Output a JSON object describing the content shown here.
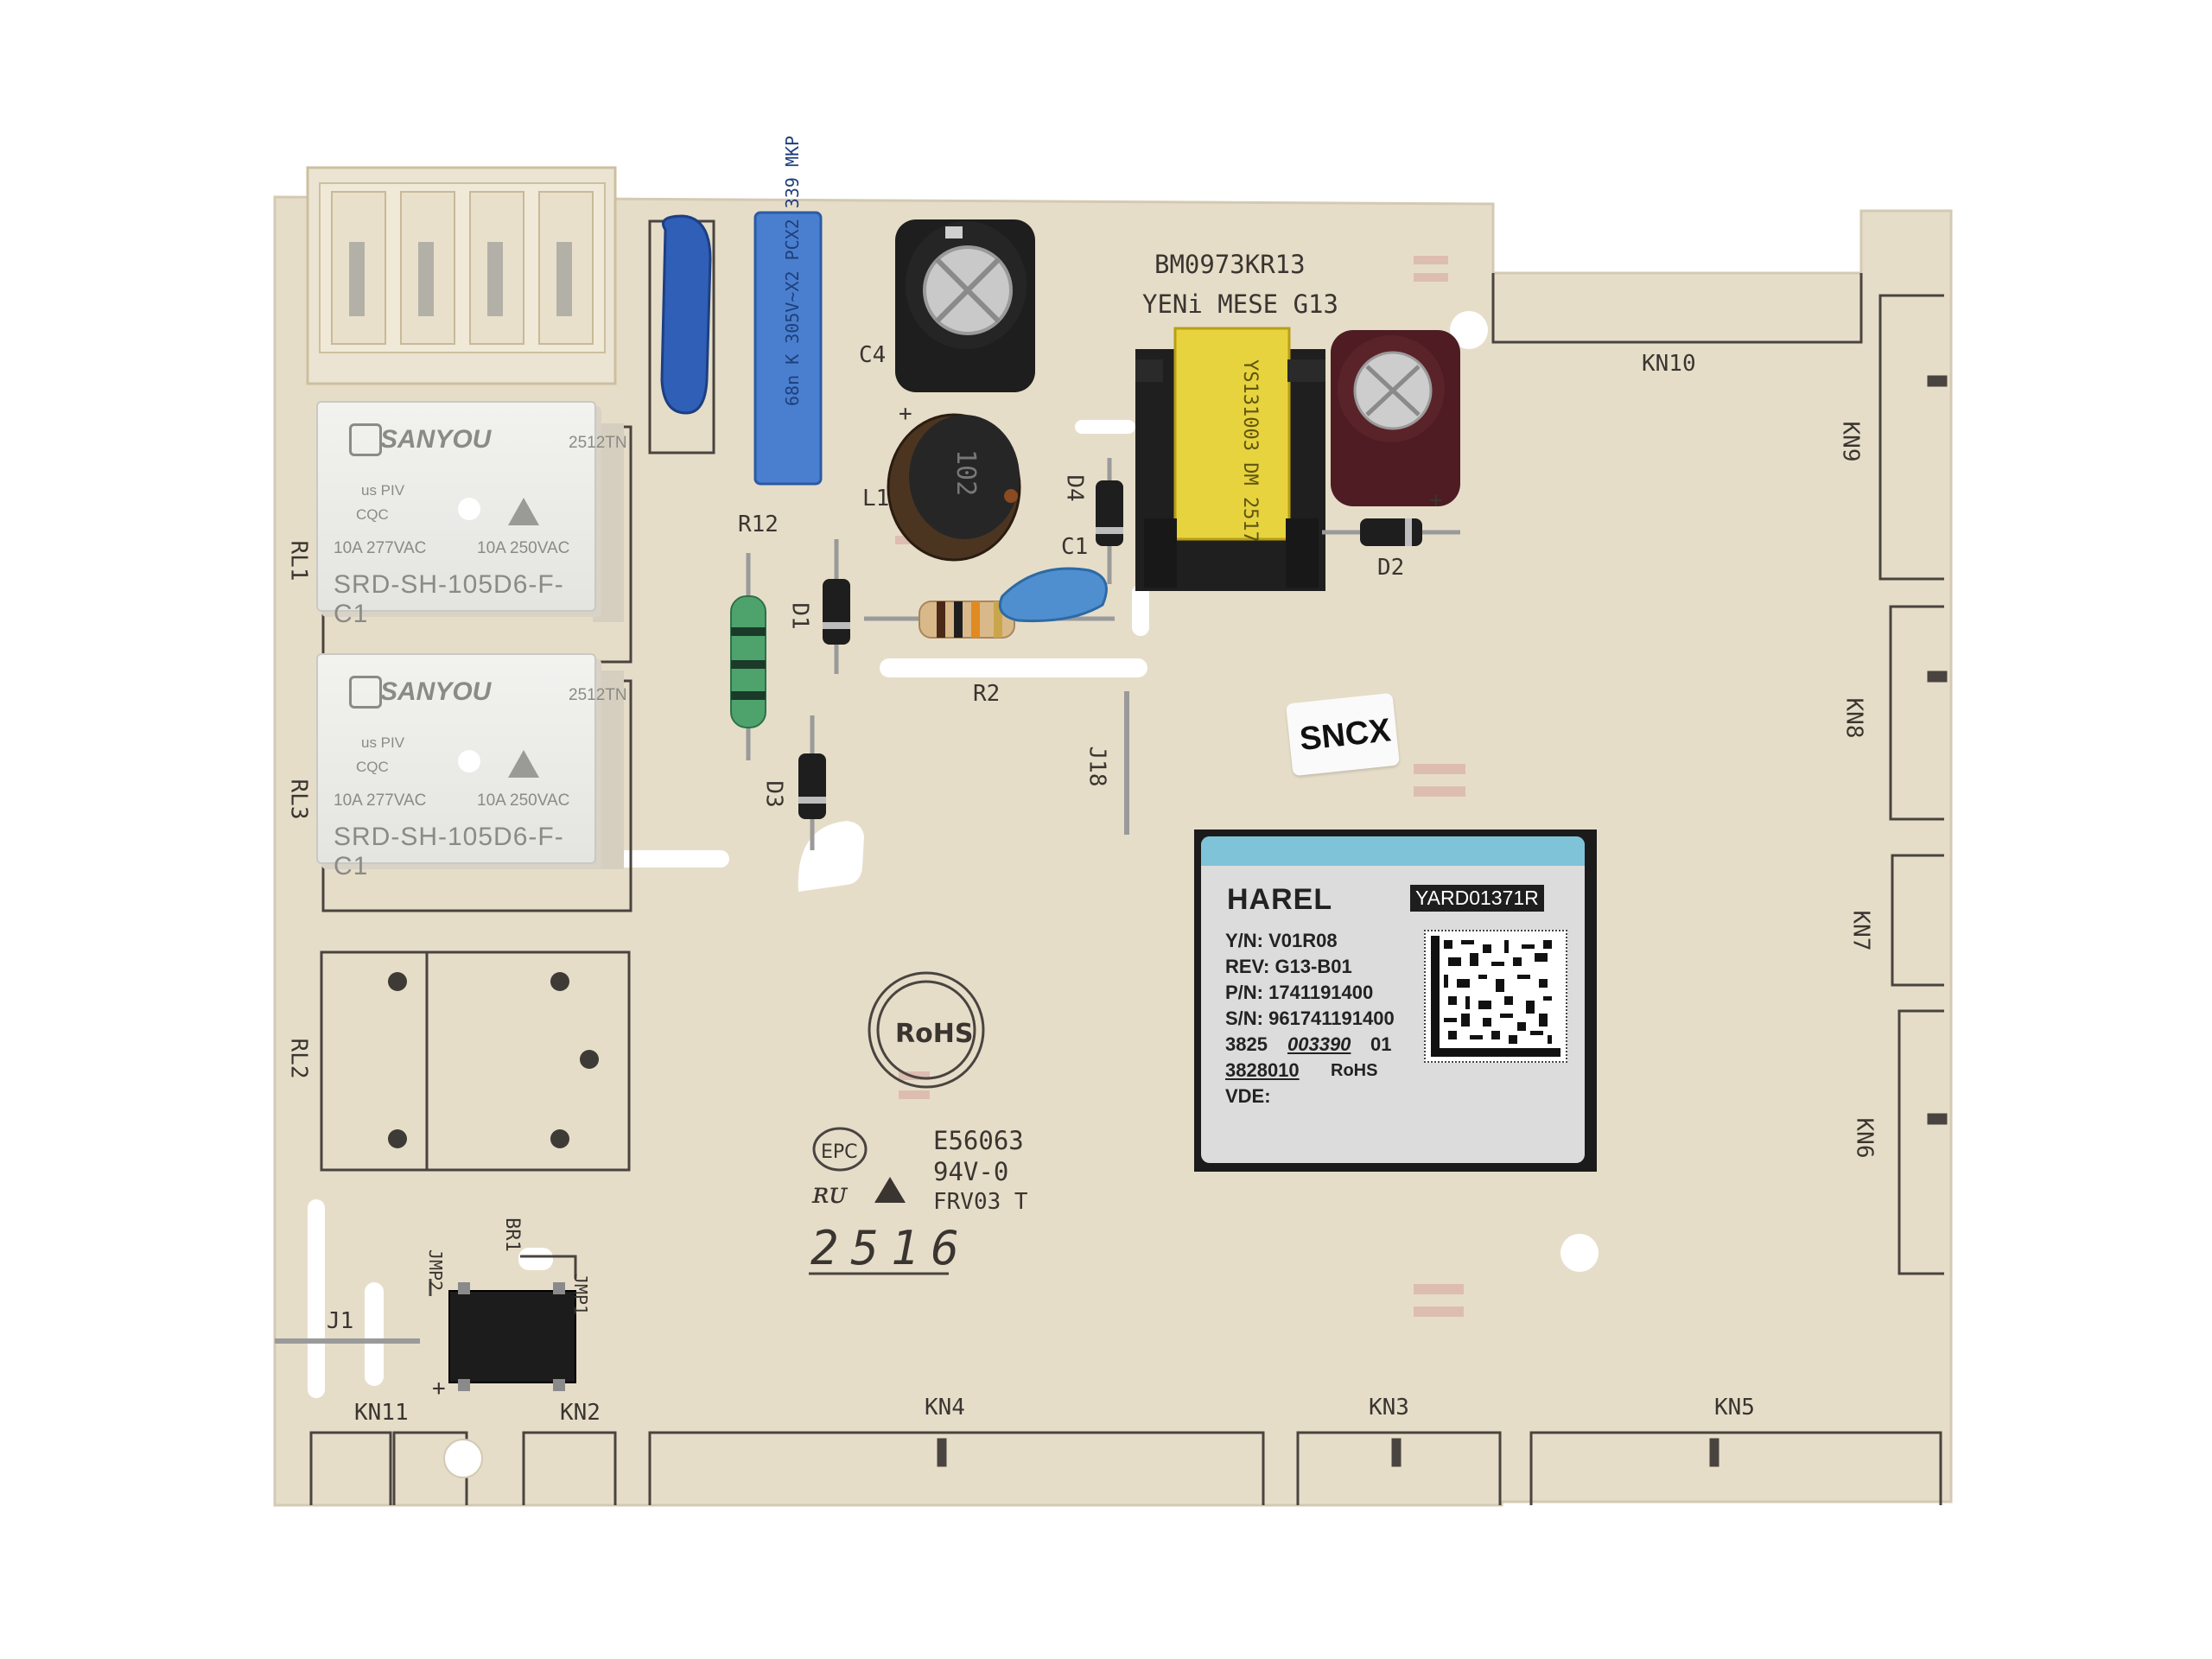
{
  "board": {
    "part_number": "BM0973KR13",
    "project": "YENi MESE G13",
    "ref_designators": {
      "c4": "C4",
      "c1": "C1",
      "l1": "L1",
      "r12": "R12",
      "r2": "R2",
      "d1": "D1",
      "d2": "D2",
      "d3": "D3",
      "d4": "D4",
      "rl1": "RL1",
      "rl2": "RL2",
      "rl3": "RL3",
      "j1": "J1",
      "j18": "J18",
      "br1": "BR1",
      "jmp1": "JMP1",
      "jmp2": "JMP2",
      "kn2": "KN2",
      "kn3": "KN3",
      "kn4": "KN4",
      "kn5": "KN5",
      "kn6": "KN6",
      "kn7": "KN7",
      "kn8": "KN8",
      "kn9": "KN9",
      "kn10": "KN10",
      "kn11": "KN11",
      "plus1": "+",
      "plus2": "+",
      "plus3": "+"
    },
    "markings": {
      "ul_file": "E56063",
      "flammability": "94V-0",
      "fab": "FRV03 T",
      "date_code": "2516",
      "rohs_logo": "RoHS",
      "epc_logo": "EPC"
    },
    "components": {
      "x_capacitor": "68n K 305V~X2 PCX2 339 MKP",
      "transformer": "YS131003 DM 2517",
      "inductor": "102"
    },
    "sticker": "SNCX"
  },
  "relays": [
    {
      "brand": "SANYOU",
      "code": "2512TN",
      "rating_left": "10A 277VAC",
      "rating_right": "10A 250VAC",
      "model": "SRD-SH-105D6-F-C1",
      "cert_ul": "us PIV",
      "cert_cqc": "CQC"
    },
    {
      "brand": "SANYOU",
      "code": "2512TN",
      "rating_left": "10A 277VAC",
      "rating_right": "10A 250VAC",
      "model": "SRD-SH-105D6-F-C1",
      "cert_ul": "us PIV",
      "cert_cqc": "CQC"
    }
  ],
  "label": {
    "brand": "HAREL",
    "code": "YARD01371R",
    "yn": "Y/N: V01R08",
    "rev": "REV: G13-B01",
    "pn": "P/N: 1741191400",
    "sn": "S/N: 961741191400",
    "lot_prefix": "3825",
    "lot_mid": "003390",
    "lot_suffix": "01",
    "date": "3828010",
    "rohs": "RoHS",
    "vde": "VDE:"
  },
  "colors": {
    "pcb": "#e5dcc8",
    "silkscreen": "#3a3530",
    "label_bg": "#dcdcdc",
    "label_band": "#7fc3d8",
    "blue_component": "#3d6fc4"
  }
}
